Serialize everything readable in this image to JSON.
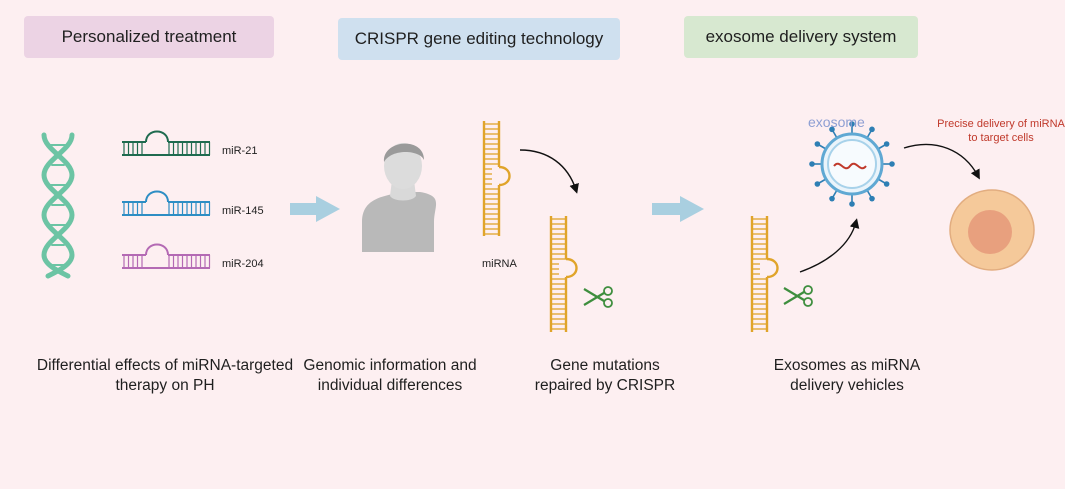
{
  "headers": {
    "personalized": "Personalized treatment",
    "crispr": "CRISPR gene editing technology",
    "exosome": "exosome delivery system"
  },
  "mirna_labels": [
    "miR-21",
    "miR-145",
    "miR-204"
  ],
  "mirna_generic": "miRNA",
  "exosome_label": "exosome",
  "delivery_label": "Precise delivery of miRNA to target cells",
  "captions": {
    "c1": "Differential effects of miRNA-targeted therapy on PH",
    "c2": "Genomic information and individual differences",
    "c3": "Gene mutations repaired by CRISPR",
    "c4": "Exosomes as miRNA delivery vehicles"
  },
  "colors": {
    "background": "#fdeff1",
    "pill_personalized": "#ecd3e4",
    "pill_crispr": "#cfe0ef",
    "pill_exosome": "#d7e8d0",
    "dna": "#6cc4a4",
    "mir21": "#1f6b4f",
    "mir145": "#2e8ec4",
    "mir204": "#b46ab4",
    "mirna_strand": "#e0a42a",
    "scissors": "#3e8e3e",
    "arrow": "#a9cfe0",
    "cell_outer": "#f5c99a",
    "cell_inner": "#e8a07e",
    "delivery_text": "#c0392b"
  }
}
